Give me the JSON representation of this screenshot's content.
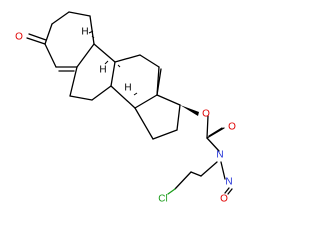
{
  "molecule": {
    "atoms": {
      "ketone_O": {
        "symbol": "O",
        "color": "#e00000"
      },
      "ester_O1": {
        "symbol": "O",
        "color": "#e00000"
      },
      "carbonyl_O": {
        "symbol": "O",
        "color": "#e00000"
      },
      "amide_N": {
        "symbol": "N",
        "color": "#1f2fd6"
      },
      "nitroso_N": {
        "symbol": "N",
        "color": "#1f2fd6"
      },
      "nitroso_O": {
        "symbol": "O",
        "color": "#e00000"
      },
      "chlorine": {
        "symbol": "Cl",
        "color": "#1a9c1a"
      }
    },
    "stereo_h": [
      "H",
      "H",
      "H"
    ]
  }
}
